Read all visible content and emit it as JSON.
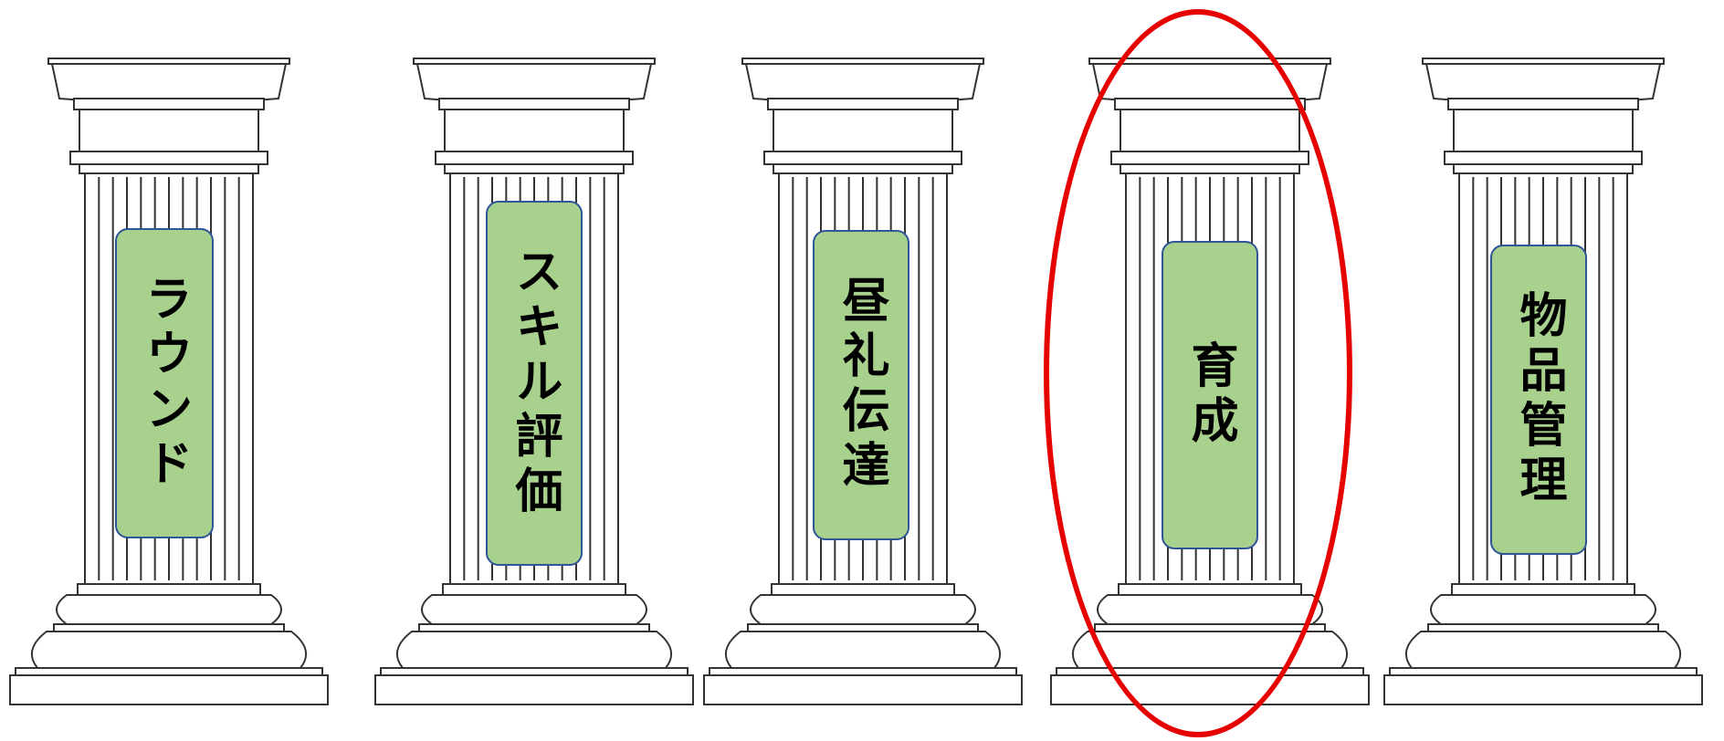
{
  "pillars": [
    {
      "label": "ラウンド"
    },
    {
      "label": "スキル評価"
    },
    {
      "label": "昼礼伝達"
    },
    {
      "label": "育成"
    },
    {
      "label": "物品管理"
    }
  ],
  "highlight": {
    "pillar": "育成",
    "color": "#e60000"
  },
  "colors": {
    "label_fill": "#a9d18e",
    "label_border": "#2f5597",
    "pillar_line": "#333333"
  }
}
